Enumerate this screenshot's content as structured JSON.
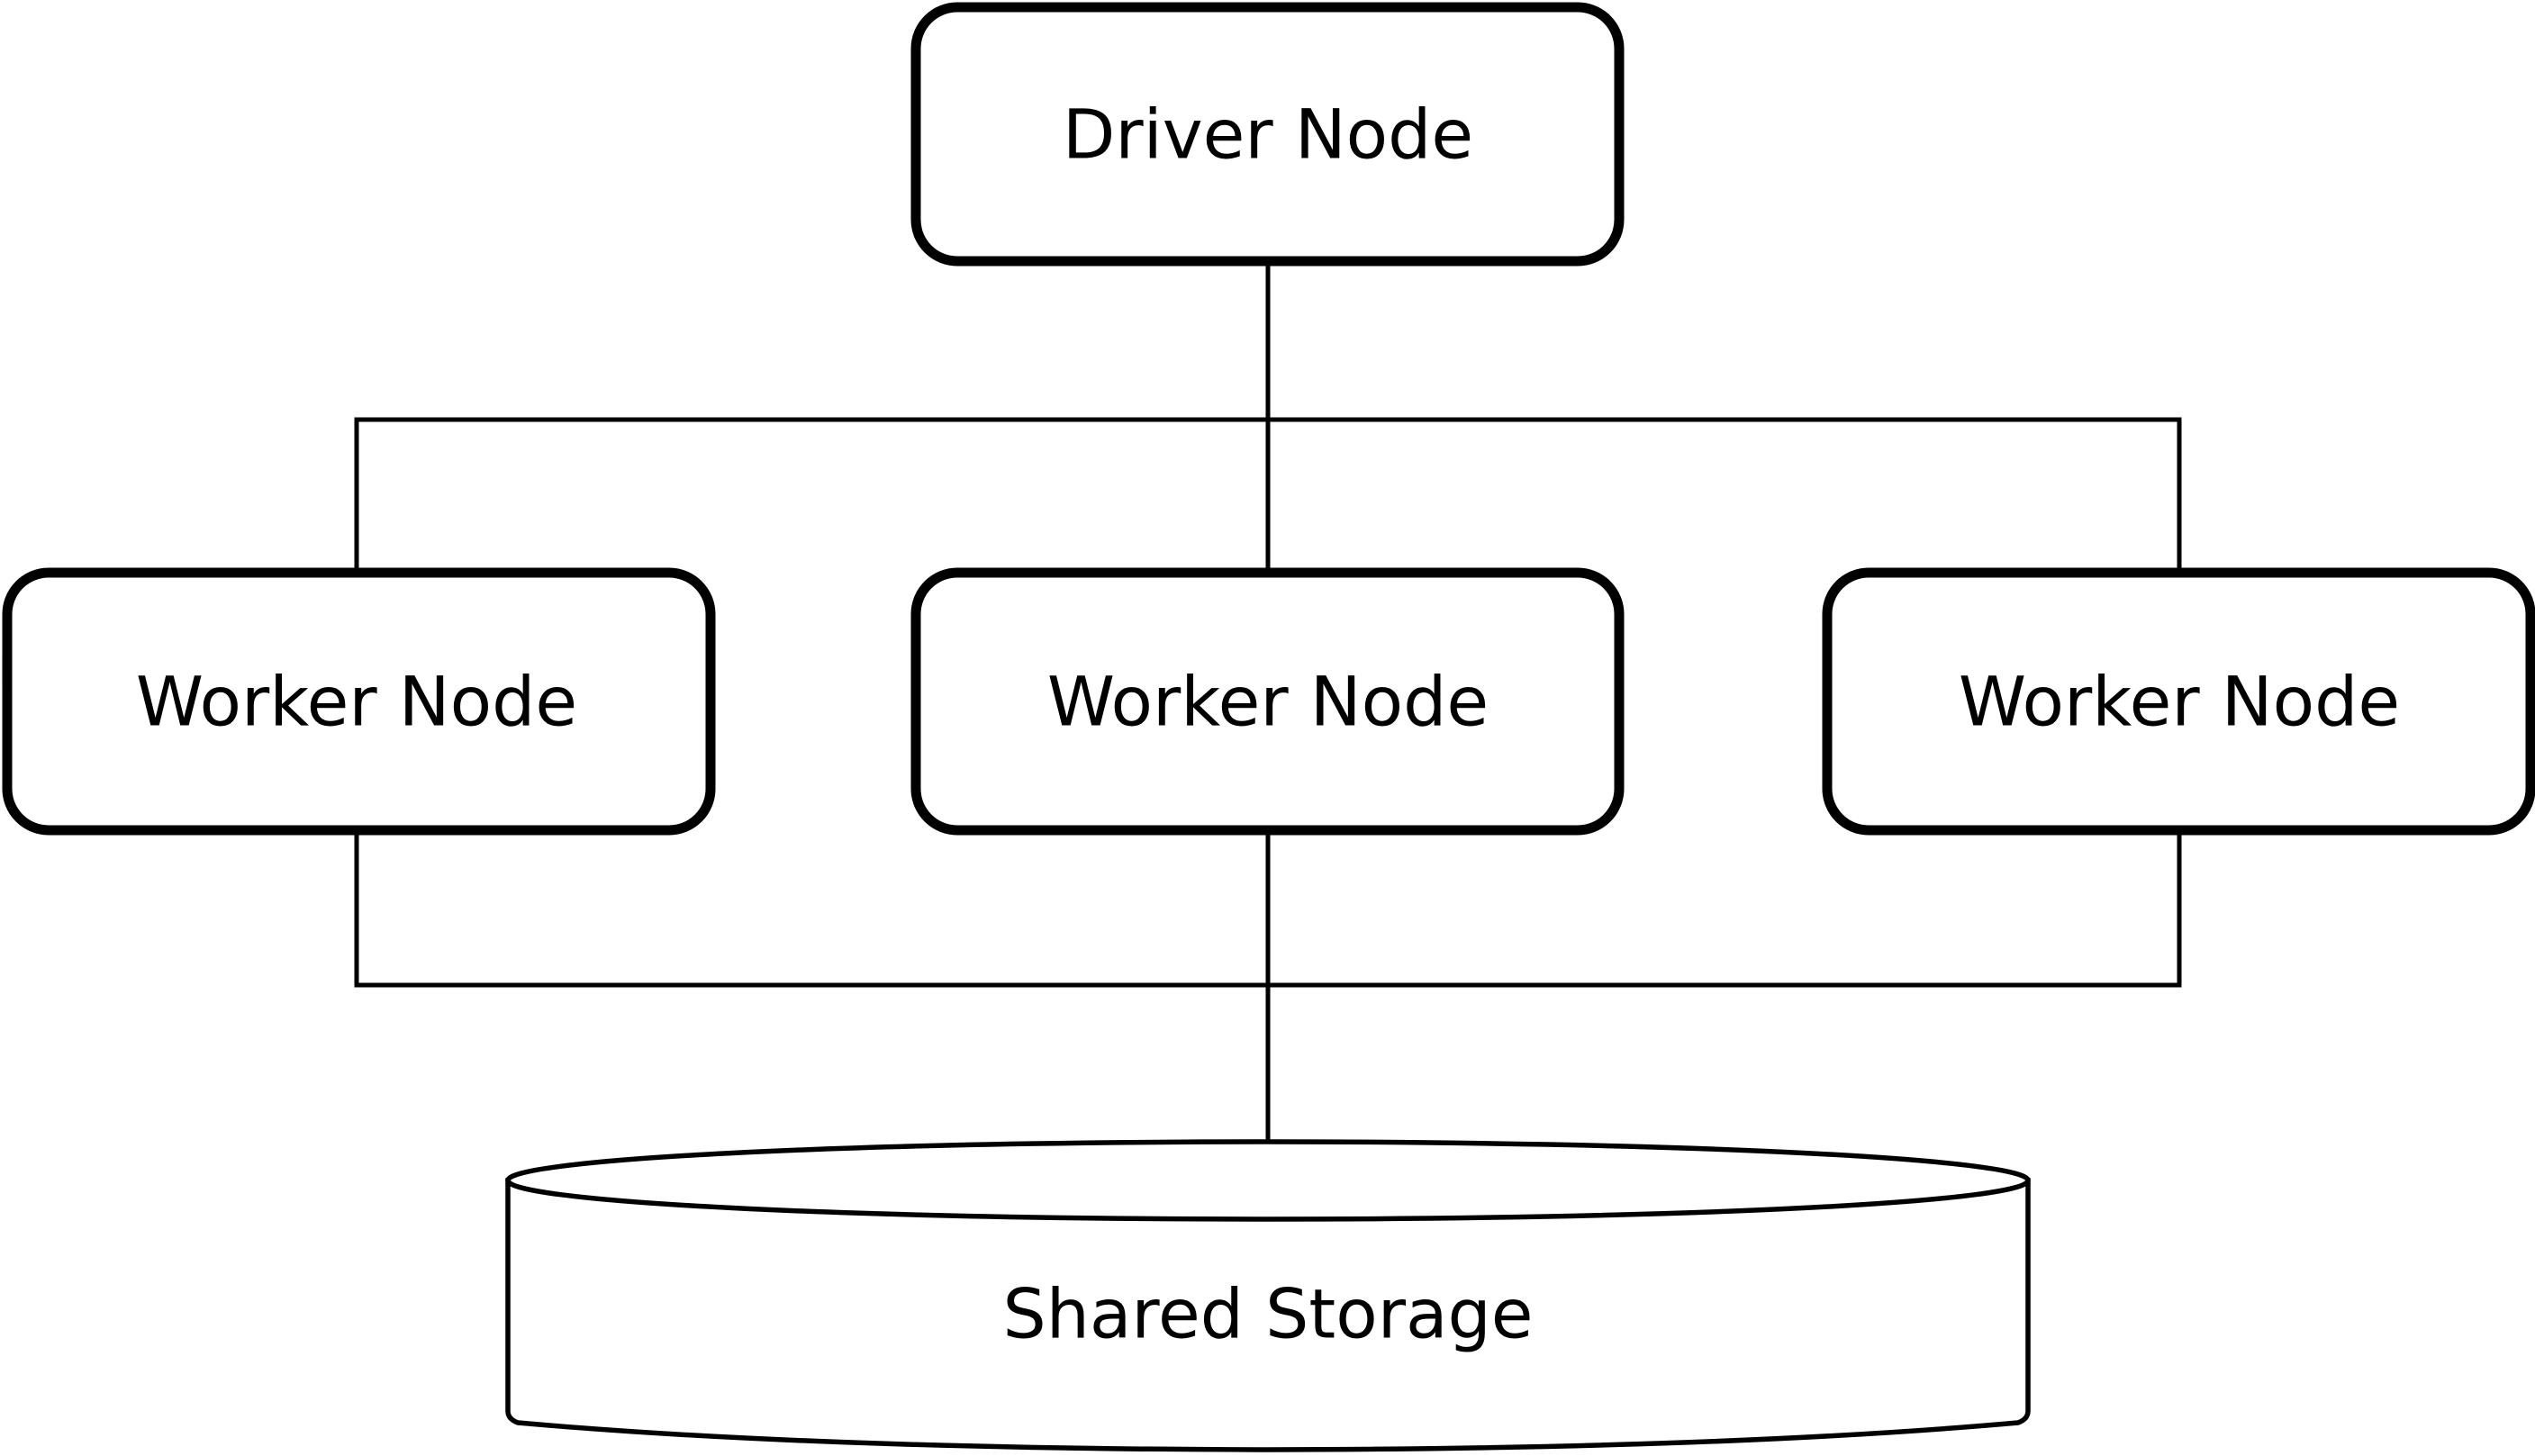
{
  "diagram": {
    "driver": {
      "label": "Driver Node"
    },
    "workers": [
      {
        "label": "Worker Node"
      },
      {
        "label": "Worker Node"
      },
      {
        "label": "Worker Node"
      }
    ],
    "storage": {
      "label": "Shared Storage"
    }
  },
  "colors": {
    "stroke": "#000000",
    "background": "#ffffff",
    "text": "#000000"
  }
}
